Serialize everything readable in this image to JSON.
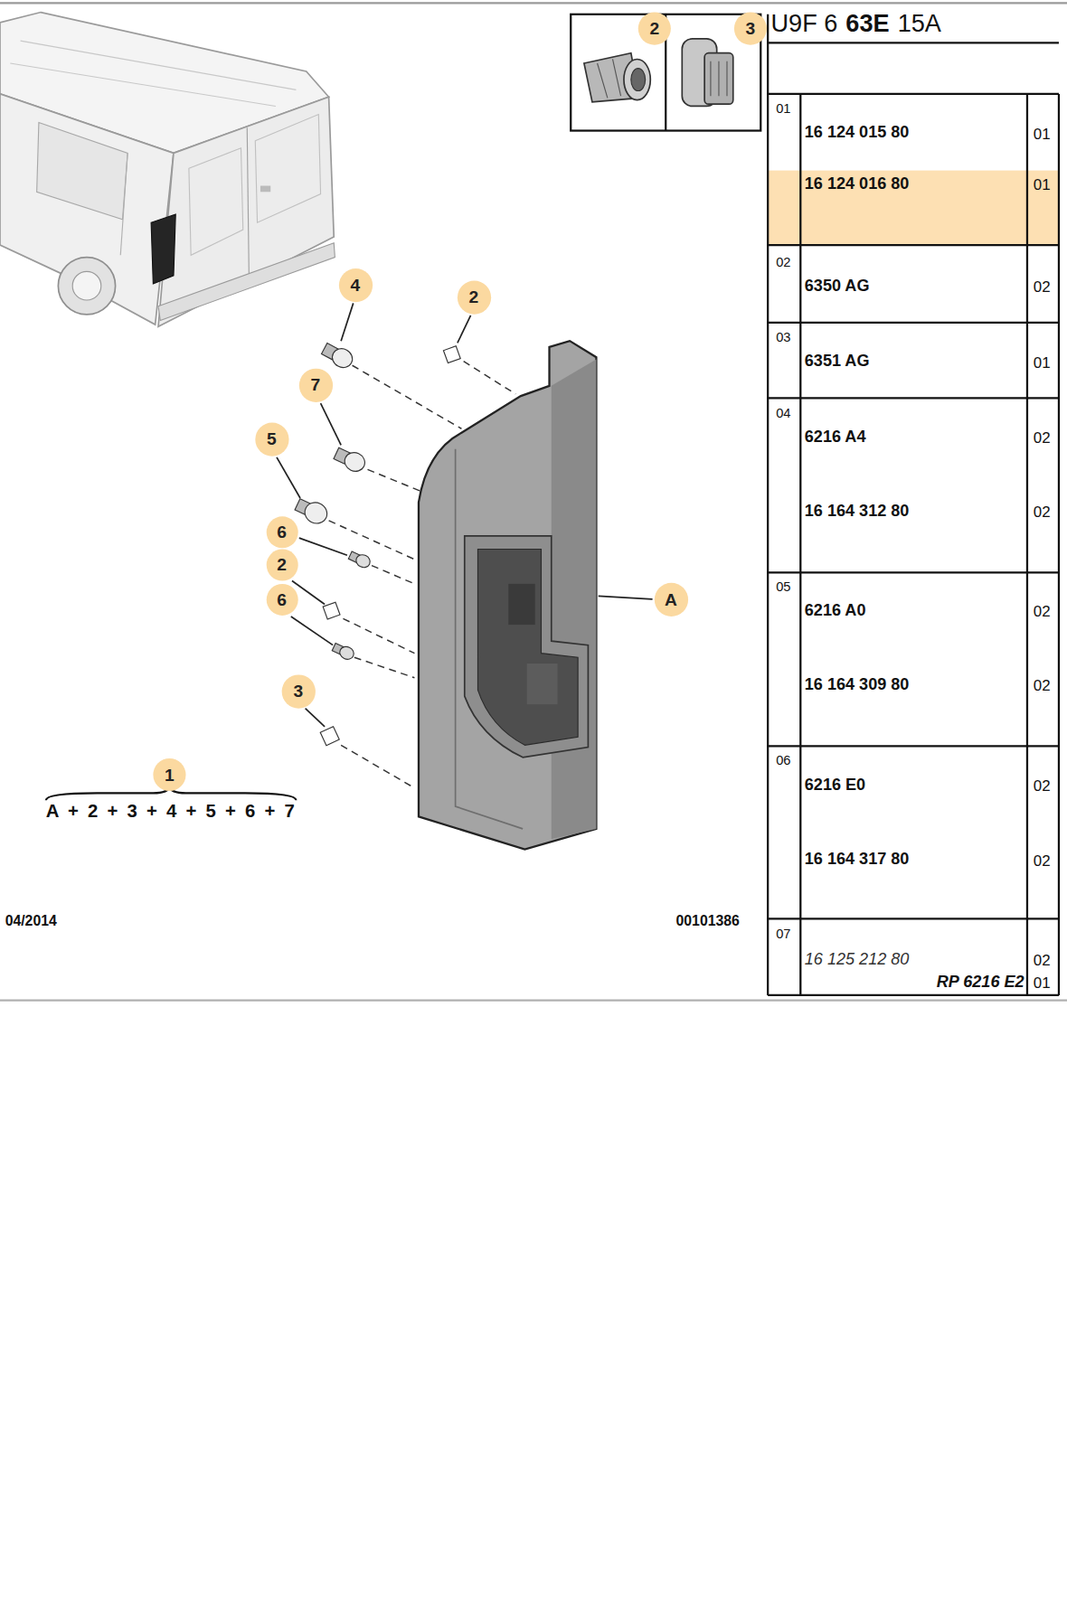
{
  "diagram": {
    "nodes": [
      {
        "text": [
          "2"
        ]
      },
      {
        "text": [
          "3"
        ]
      },
      {
        "text": [
          "4"
        ]
      },
      {
        "text": [
          "2"
        ]
      },
      {
        "text": [
          "7"
        ]
      },
      {
        "text": [
          "5"
        ]
      },
      {
        "text": [
          "6"
        ]
      },
      {
        "text": [
          "2"
        ]
      },
      {
        "text": [
          "A"
        ]
      },
      {
        "text": [
          "6"
        ]
      },
      {
        "text": [
          "3"
        ]
      },
      {
        "text": [
          "1"
        ]
      }
    ],
    "labels": [
      "U9F 6",
      "63E",
      "15A",
      "01",
      "16 124 015 80",
      "01",
      "16 124 016 80",
      "01",
      "02",
      "6350 AG",
      "02",
      "03",
      "6351 AG",
      "01",
      "04",
      "6216 A4",
      "02",
      "16 164 312 80",
      "02",
      "05",
      "6216 A0",
      "02",
      "16 164 309 80",
      "02",
      "06",
      "6216 E0",
      "02",
      "16 164 317 80",
      "02",
      "07",
      "16 125 212 80",
      "02",
      "RP 6216 E2",
      "01",
      "A + 2 + 3 + 4 + 5 + 6 + 7",
      "04/2014",
      "00101386"
    ]
  }
}
